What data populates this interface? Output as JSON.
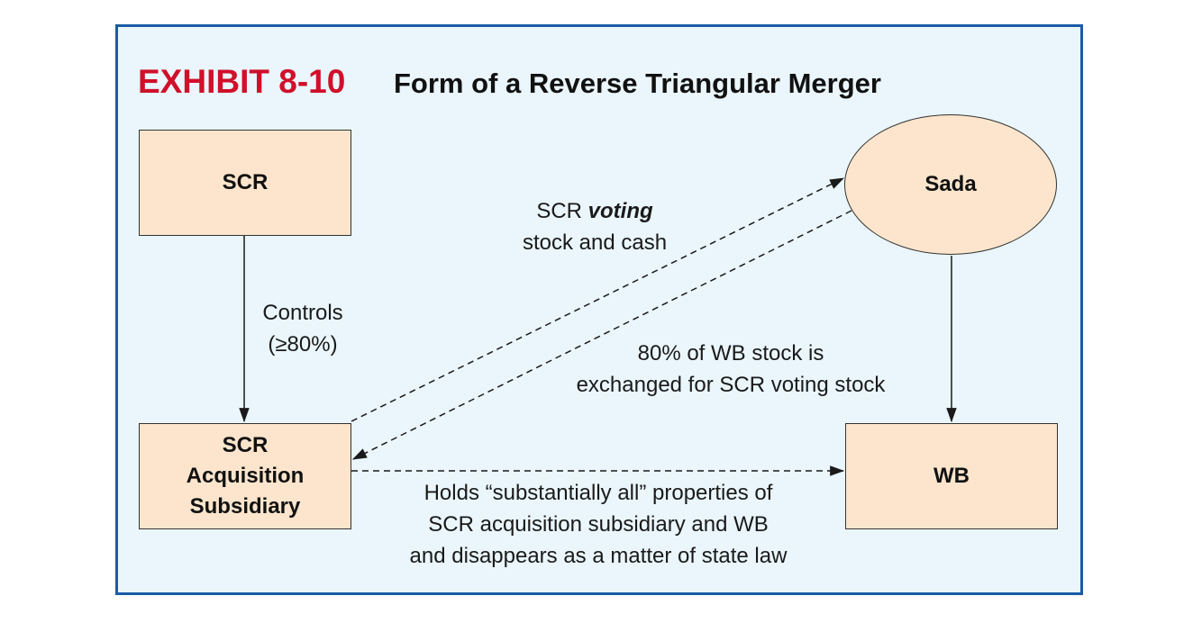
{
  "exhibit": {
    "number": "EXHIBIT 8-10",
    "title": "Form of a Reverse Triangular Merger"
  },
  "nodes": {
    "scr": "SCR",
    "sada": "Sada",
    "subsidiary": {
      "line1": "SCR",
      "line2": "Acquisition",
      "line3": "Subsidiary"
    },
    "wb": "WB"
  },
  "edges": {
    "controls": {
      "line1": "Controls",
      "line2": "(≥80%)"
    },
    "voting": {
      "part1": "SCR ",
      "part1_emphasis": "voting",
      "line2": "stock and cash"
    },
    "exchange": {
      "line1": "80% of WB stock is",
      "line2": "exchanged for SCR voting stock"
    },
    "holds": {
      "line1": "Holds “substantially all” properties of",
      "line2": "SCR acquisition subsidiary and WB",
      "line3": "and disappears as a matter of state law"
    }
  },
  "colors": {
    "border": "#1a5ba8",
    "background": "#eaf6fc",
    "node_fill": "#fce5cc",
    "title_accent": "#d0102a"
  }
}
